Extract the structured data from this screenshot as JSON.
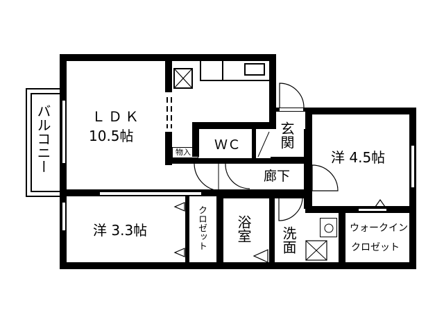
{
  "floorplan": {
    "rooms": {
      "ldk": {
        "name": "ＬＤＫ",
        "size": "10.5帖"
      },
      "balcony": {
        "name": "バルコニー"
      },
      "western_4_5": {
        "name": "洋",
        "size": "4.5帖"
      },
      "western_3_3": {
        "name": "洋",
        "size": "3.3帖"
      },
      "wc": {
        "name": "ＷＣ"
      },
      "entrance": {
        "name": "玄関"
      },
      "hallway": {
        "name": "廊下"
      },
      "bath": {
        "name": "浴室"
      },
      "washroom": {
        "name": "洗面"
      },
      "storage": {
        "name": "物入"
      },
      "closet": {
        "name": "クロゼット"
      },
      "walk_in_closet": {
        "line1": "ウォークイン",
        "line2": "クロゼット"
      }
    },
    "colors": {
      "wall": "#000000",
      "floor": "#ffffff"
    }
  }
}
